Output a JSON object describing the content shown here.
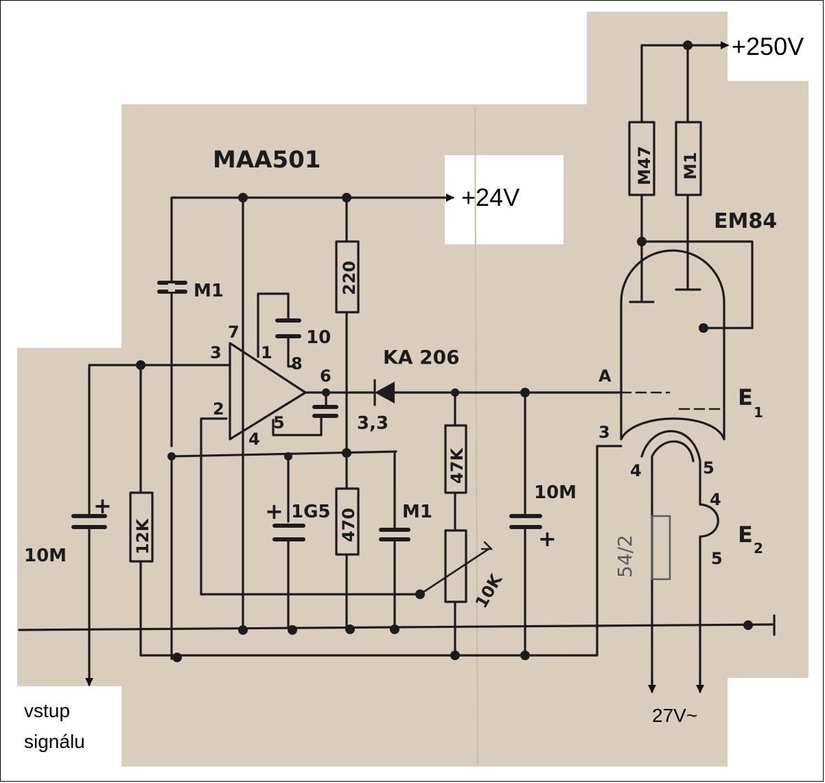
{
  "labels": {
    "ic": "MAA501",
    "supply24": "+24V",
    "supply250": "+250V",
    "tube": "EM84",
    "diode": "KA 206",
    "input_line1": "vstup",
    "input_line2": "signálu",
    "heater_supply": "27V~",
    "e1": "E",
    "e1_sub": "1",
    "e2": "E",
    "e2_sub": "2"
  },
  "components": {
    "r_220": "220",
    "r_470": "470",
    "r_47k": "47K",
    "r_12k": "12K",
    "r_m47": "M47",
    "r_m1": "M1",
    "pot_10k": "10K",
    "r_heater": "54/2",
    "c_m1_top": "M1",
    "c_10": "10",
    "c_3_3": "3,3",
    "c_1g5": "1G5",
    "c_m1_bottom": "M1",
    "c_10m_left": "10M",
    "c_10m_right": "10M"
  },
  "pins": {
    "p1": "1",
    "p2": "2",
    "p3": "3",
    "p4": "4",
    "p5": "5",
    "p6": "6",
    "p7": "7",
    "p8": "8",
    "tube_a": "A",
    "tube_3": "3",
    "tube_4": "4",
    "tube_5": "5",
    "e2_4": "4",
    "e2_5": "5"
  },
  "symbols": {
    "plus_1g5": "+",
    "plus_10m_left": "+",
    "plus_10m_right": "+"
  },
  "colors": {
    "paper": "#d9cebd",
    "ink": "#1c1c1c",
    "pencil": "#5a5a5a"
  }
}
